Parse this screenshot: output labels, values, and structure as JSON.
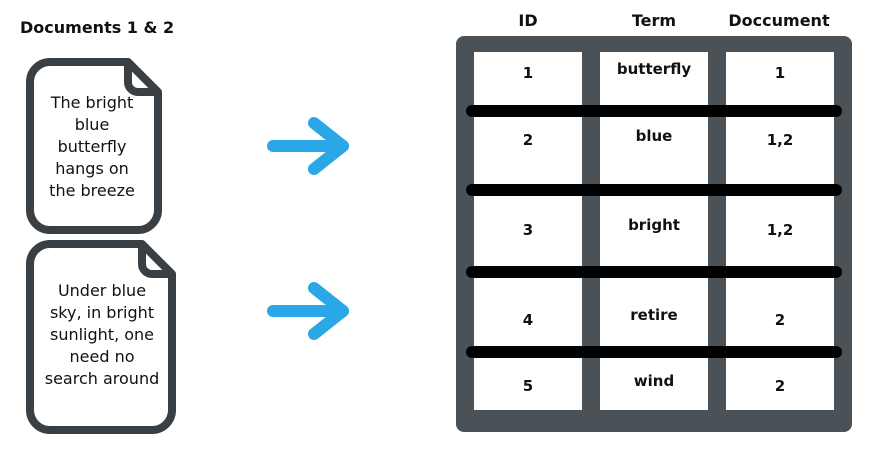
{
  "title": "Documents 1 & 2",
  "documents": [
    {
      "lines": [
        "The bright",
        "blue",
        "butterfly",
        "hangs on",
        "the breeze"
      ]
    },
    {
      "lines": [
        "Under blue",
        "sky, in bright",
        "sunlight, one",
        "need no",
        "search around"
      ]
    }
  ],
  "table": {
    "headers": {
      "id": "ID",
      "term": "Term",
      "document": "Doccument"
    },
    "rows": [
      {
        "id": "1",
        "term": "butterfly",
        "document": "1"
      },
      {
        "id": "2",
        "term": "blue",
        "document": "1,2"
      },
      {
        "id": "3",
        "term": "bright",
        "document": "1,2"
      },
      {
        "id": "4",
        "term": "retire",
        "document": "2"
      },
      {
        "id": "5",
        "term": "wind",
        "document": "2"
      }
    ]
  },
  "colors": {
    "doc_outline": "#3a3f44",
    "arrow": "#2aa7e6",
    "table_frame": "#4b5257",
    "row_divider": "#000000",
    "cell_bg": "#ffffff"
  },
  "icons": [
    "document-icon",
    "arrow-right-icon"
  ]
}
